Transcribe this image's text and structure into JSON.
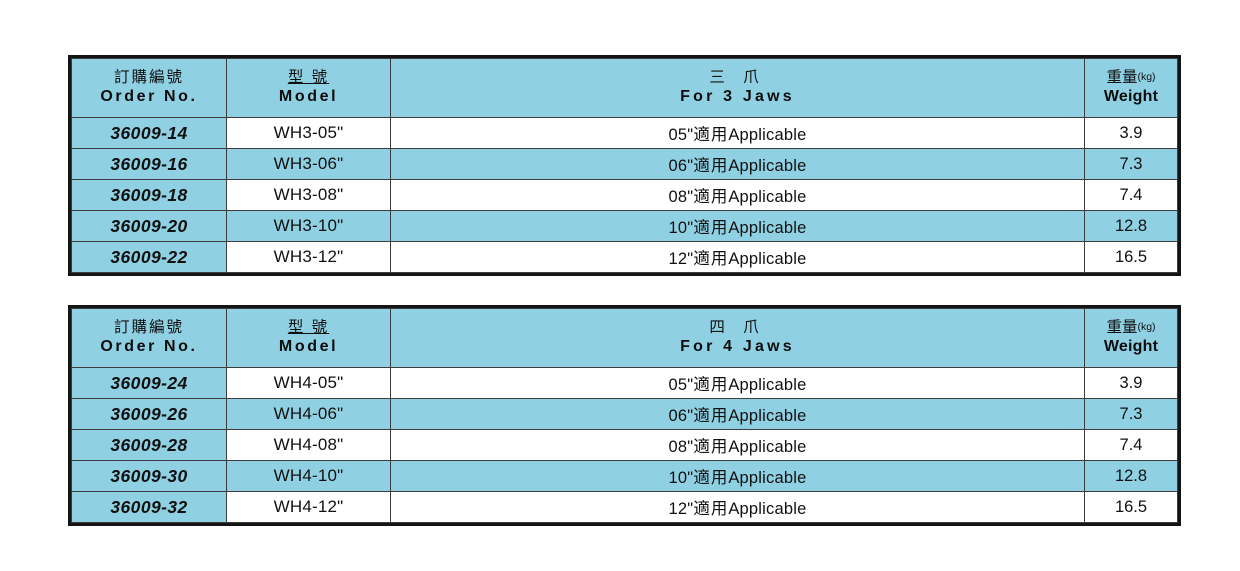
{
  "page": {
    "background_color": "#ffffff",
    "accent_color": "#8FD0E3",
    "border_color": "#141414"
  },
  "tables": [
    {
      "id": "table-3jaws",
      "headers": {
        "order": {
          "zh": "訂購編號",
          "en": "Order No."
        },
        "model": {
          "zh": "型 號",
          "en": "Model"
        },
        "jaws": {
          "zh": "三 爪",
          "en": "For 3 Jaws"
        },
        "weight": {
          "zh": "重量",
          "unit": "(kg)",
          "en": "Weight"
        }
      },
      "rows": [
        {
          "order": "36009-14",
          "model": "WH3-05\"",
          "jaws_size": "05\"",
          "jaws_zh": "適用",
          "jaws_en": "Applicable",
          "weight": "3.9"
        },
        {
          "order": "36009-16",
          "model": "WH3-06\"",
          "jaws_size": "06\"",
          "jaws_zh": "適用",
          "jaws_en": "Applicable",
          "weight": "7.3"
        },
        {
          "order": "36009-18",
          "model": "WH3-08\"",
          "jaws_size": "08\"",
          "jaws_zh": "適用",
          "jaws_en": "Applicable",
          "weight": "7.4"
        },
        {
          "order": "36009-20",
          "model": "WH3-10\"",
          "jaws_size": "10\"",
          "jaws_zh": "適用",
          "jaws_en": "Applicable",
          "weight": "12.8"
        },
        {
          "order": "36009-22",
          "model": "WH3-12\"",
          "jaws_size": "12\"",
          "jaws_zh": "適用",
          "jaws_en": "Applicable",
          "weight": "16.5"
        }
      ]
    },
    {
      "id": "table-4jaws",
      "headers": {
        "order": {
          "zh": "訂購編號",
          "en": "Order No."
        },
        "model": {
          "zh": "型 號",
          "en": "Model"
        },
        "jaws": {
          "zh": "四 爪",
          "en": "For 4 Jaws"
        },
        "weight": {
          "zh": "重量",
          "unit": "(kg)",
          "en": "Weight"
        }
      },
      "rows": [
        {
          "order": "36009-24",
          "model": "WH4-05\"",
          "jaws_size": "05\"",
          "jaws_zh": "適用",
          "jaws_en": "Applicable",
          "weight": "3.9"
        },
        {
          "order": "36009-26",
          "model": "WH4-06\"",
          "jaws_size": "06\"",
          "jaws_zh": "適用",
          "jaws_en": "Applicable",
          "weight": "7.3"
        },
        {
          "order": "36009-28",
          "model": "WH4-08\"",
          "jaws_size": "08\"",
          "jaws_zh": "適用",
          "jaws_en": "Applicable",
          "weight": "7.4"
        },
        {
          "order": "36009-30",
          "model": "WH4-10\"",
          "jaws_size": "10\"",
          "jaws_zh": "適用",
          "jaws_en": "Applicable",
          "weight": "12.8"
        },
        {
          "order": "36009-32",
          "model": "WH4-12\"",
          "jaws_size": "12\"",
          "jaws_zh": "適用",
          "jaws_en": "Applicable",
          "weight": "16.5"
        }
      ]
    }
  ]
}
